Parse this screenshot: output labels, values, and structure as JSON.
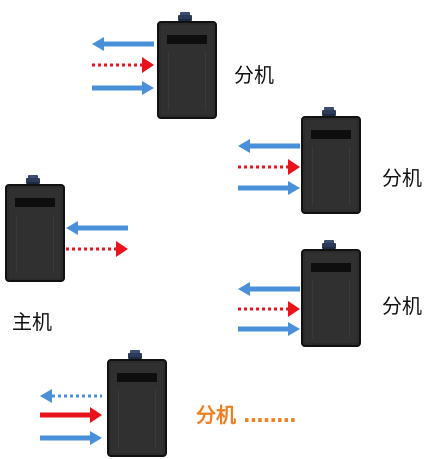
{
  "colors": {
    "device_body": "#2b2b2b",
    "device_edge": "#111111",
    "device_slot": "#0e0e0e",
    "antenna": "#2a3a57",
    "arrow_blue": "#4a90d9",
    "arrow_red": "#e8141b",
    "label_orange": "#f07f1f"
  },
  "master": {
    "label": "主机",
    "arrows": [
      {
        "direction": "left",
        "style": "solid",
        "color": "blue"
      },
      {
        "direction": "right",
        "style": "dotted",
        "color": "red"
      }
    ]
  },
  "slaves": [
    {
      "label": "分机",
      "arrows": [
        {
          "direction": "left",
          "style": "solid",
          "color": "blue"
        },
        {
          "direction": "right",
          "style": "dotted",
          "color": "red"
        },
        {
          "direction": "right",
          "style": "solid",
          "color": "blue"
        }
      ]
    },
    {
      "label": "分机",
      "arrows": [
        {
          "direction": "left",
          "style": "solid",
          "color": "blue"
        },
        {
          "direction": "right",
          "style": "dotted",
          "color": "red"
        },
        {
          "direction": "right",
          "style": "solid",
          "color": "blue"
        }
      ]
    },
    {
      "label": "分机",
      "arrows": [
        {
          "direction": "left",
          "style": "solid",
          "color": "blue"
        },
        {
          "direction": "right",
          "style": "dotted",
          "color": "red"
        },
        {
          "direction": "right",
          "style": "solid",
          "color": "blue"
        }
      ]
    },
    {
      "label": "分机",
      "label_suffix": "........",
      "arrows": [
        {
          "direction": "left",
          "style": "dotted",
          "color": "blue"
        },
        {
          "direction": "right",
          "style": "solid",
          "color": "red"
        },
        {
          "direction": "right",
          "style": "solid",
          "color": "blue"
        }
      ]
    }
  ]
}
